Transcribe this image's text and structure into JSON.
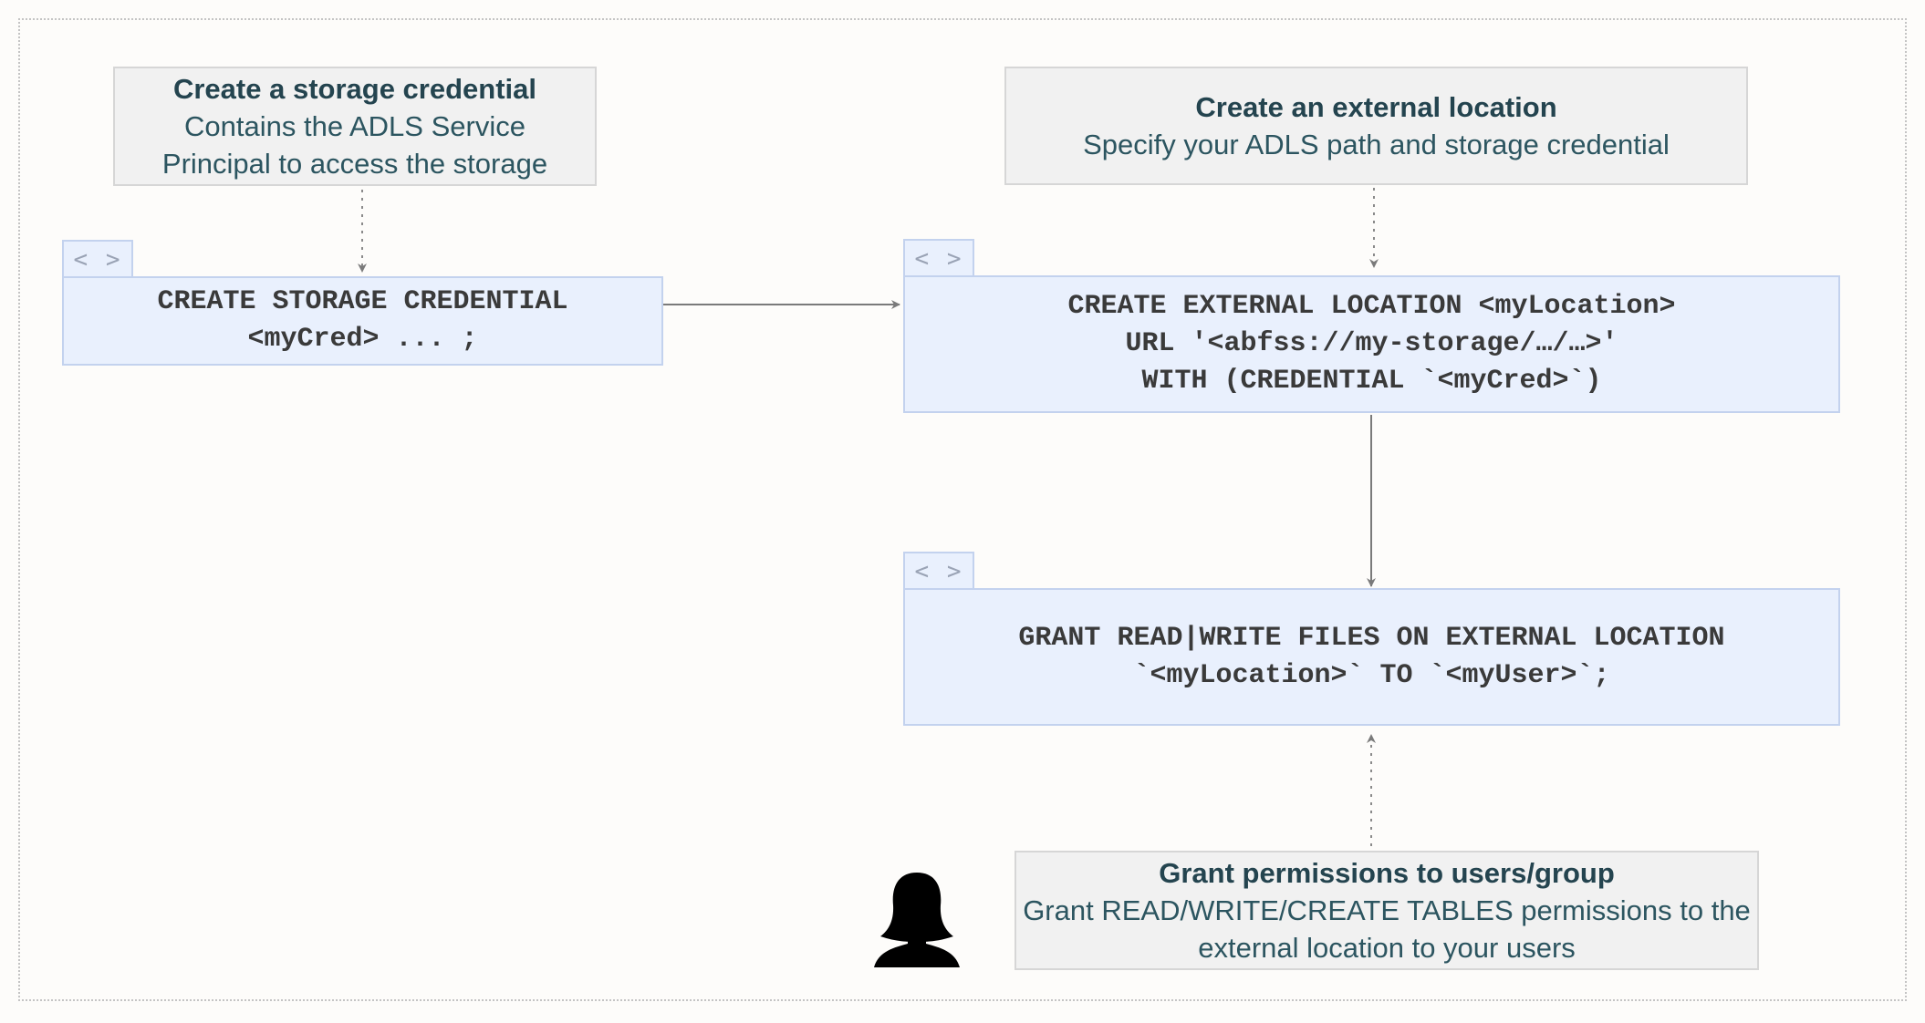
{
  "notes": {
    "credential": {
      "title": "Create a storage credential",
      "line1": "Contains the ADLS Service",
      "line2": "Principal to access the storage"
    },
    "location": {
      "title": "Create an external location",
      "line1": "Specify your ADLS path and storage credential"
    },
    "grant": {
      "title": "Grant permissions to users/group",
      "line1": "Grant READ/WRITE/CREATE TABLES permissions to the",
      "line2": "external location to your users"
    }
  },
  "code": {
    "tab_icon": "< >",
    "credential": {
      "line1": "CREATE STORAGE CREDENTIAL",
      "line2": "<myCred> ... ;"
    },
    "location": {
      "line1": "CREATE EXTERNAL LOCATION <myLocation>",
      "line2": "URL '<abfss://my-storage/…/…>'",
      "line3": "WITH (CREDENTIAL `<myCred>`)"
    },
    "grant": {
      "line1": "GRANT READ|WRITE FILES ON EXTERNAL LOCATION",
      "line2": "`<myLocation>` TO `<myUser>`;"
    }
  },
  "icons": {
    "code_tab": "code-brackets-icon",
    "user": "user-icon"
  },
  "colors": {
    "note_bg": "#f1f1f1",
    "code_bg": "#e9f0fd",
    "code_border": "#c3d2ee",
    "title_text": "#24444f",
    "arrow": "#7a7a7a"
  }
}
